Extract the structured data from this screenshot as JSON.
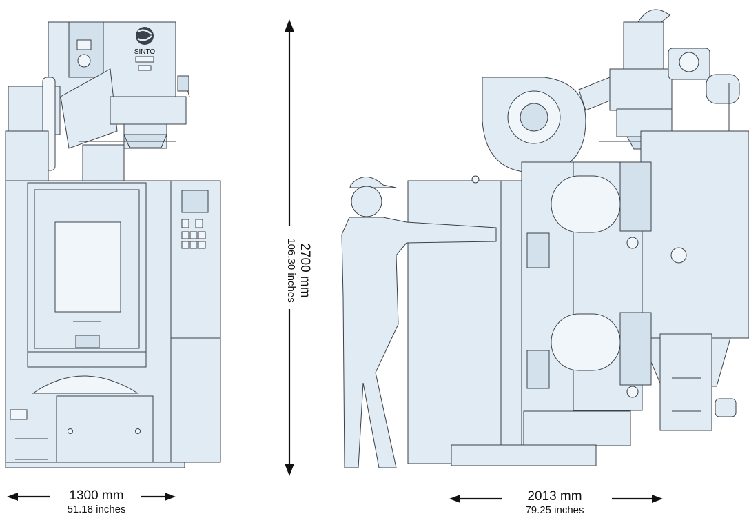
{
  "dimensions": {
    "width": {
      "mm": "1300 mm",
      "inches": "51.18 inches"
    },
    "height": {
      "mm": "2700 mm",
      "inches": "106.30 inches"
    },
    "depth": {
      "mm": "2013 mm",
      "inches": "79.25 inches"
    }
  },
  "logo": {
    "text": "SINTO"
  },
  "colors": {
    "machine_fill": "#e0ebf3",
    "outline": "#3a4148",
    "arrow": "#111111"
  }
}
